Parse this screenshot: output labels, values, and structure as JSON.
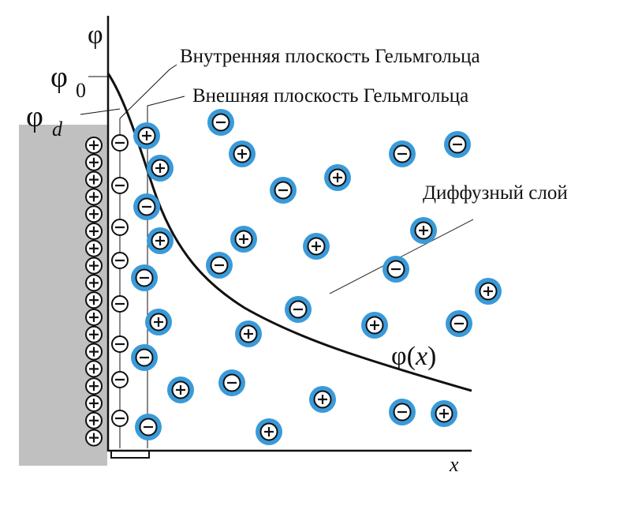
{
  "labels": {
    "phi_axis": "φ",
    "phi_zero": "φ",
    "phi_zero_sub": "0",
    "phi_d": "φ",
    "phi_d_sub": "d",
    "inner_plane": "Внутренняя плоскость Гельмгольца",
    "outer_plane": "Внешняя плоскость Гельмгольца",
    "diffuse_layer": "Диффузный слой",
    "curve_label": "φ(",
    "curve_label_var": "x",
    "curve_label_close": ")",
    "x_axis": "x"
  },
  "colors": {
    "electrode": "#c0c0c0",
    "ion_ring": "#3a9ad9",
    "line": "#111111"
  },
  "icons": {
    "positive_charge": "plus-in-circle",
    "negative_charge": "minus-in-circle"
  }
}
